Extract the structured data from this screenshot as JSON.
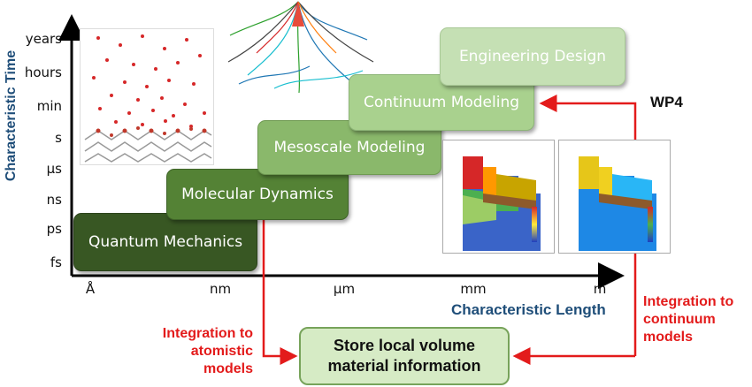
{
  "diagram": {
    "y_axis": {
      "title": "Characteristic Time",
      "ticks": [
        "years",
        "hours",
        "min",
        "s",
        "µs",
        "ns",
        "ps",
        "fs"
      ]
    },
    "x_axis": {
      "title": "Characteristic Length",
      "ticks": [
        "Å",
        "nm",
        "µm",
        "mm",
        "m"
      ]
    },
    "stages": [
      {
        "label": "Quantum Mechanics",
        "color": "#385723"
      },
      {
        "label": "Molecular Dynamics",
        "color": "#548235"
      },
      {
        "label": "Mesoscale Modeling",
        "color": "#8ab86b"
      },
      {
        "label": "Continuum Modeling",
        "color": "#a9d18e"
      },
      {
        "label": "Engineering Design",
        "color": "#c5e0b4"
      }
    ],
    "wp_label": "WP4",
    "integration_atomistic": [
      "Integration to",
      "atomistic models"
    ],
    "integration_continuum": [
      "Integration to",
      "continuum",
      "models"
    ],
    "store_box": [
      "Store local volume",
      "material information"
    ],
    "images": [
      {
        "icon": "atomistic-simulation-image"
      },
      {
        "icon": "dislocation-network-image"
      },
      {
        "icon": "fem-temperature-image"
      },
      {
        "icon": "fem-stress-image"
      }
    ],
    "colors": {
      "axis_title": "#1f4e79",
      "integration_arrow": "#e31b1b"
    }
  }
}
